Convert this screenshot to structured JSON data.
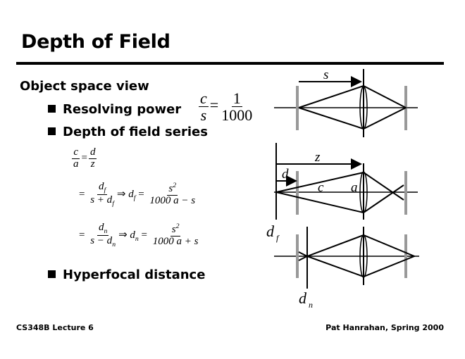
{
  "slide": {
    "title": "Depth of Field",
    "heading": "Object space view",
    "bullets": [
      {
        "label": "Resolving power"
      },
      {
        "label": "Depth of field series"
      },
      {
        "label": "Hyperfocal distance"
      }
    ],
    "resolving_formula": {
      "lhs_num": "c",
      "lhs_den": "s",
      "eq": "=",
      "rhs_num": "1",
      "rhs_den": "1000"
    },
    "series": {
      "line1": {
        "lhs_num": "c",
        "lhs_den": "a",
        "eq": "=",
        "rhs_num": "d",
        "rhs_den": "z"
      },
      "line2": {
        "eq": "=",
        "num": "d",
        "num_sub": "f",
        "den": "s + d",
        "den_sub": "f",
        "implies": "⇒",
        "var": "d",
        "var_sub": "f",
        "eq2": "=",
        "res_num": "s",
        "res_sup": "2",
        "res_den": "1000 a − s"
      },
      "line3": {
        "eq": "=",
        "num": "d",
        "num_sub": "n",
        "den": "s − d",
        "den_sub": "n",
        "implies": "⇒",
        "var": "d",
        "var_sub": "n",
        "eq2": "=",
        "res_num": "s",
        "res_sup": "2",
        "res_den": "1000 a + s"
      }
    },
    "diagram_labels": {
      "s": "s",
      "z": "z",
      "d": "d",
      "c": "c",
      "a": "a",
      "df": "d",
      "df_sub": "f",
      "dn": "d",
      "dn_sub": "n"
    },
    "footer_left": "CS348B Lecture 6",
    "footer_right": "Pat Hanrahan, Spring 2000"
  }
}
